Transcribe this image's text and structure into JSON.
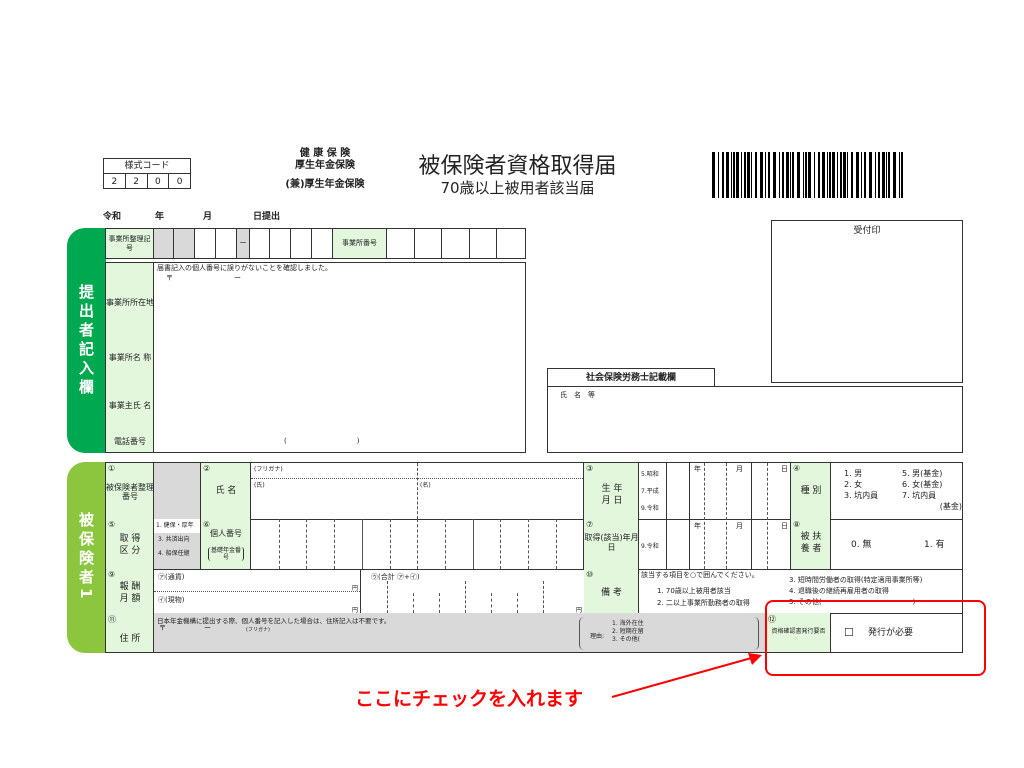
{
  "header": {
    "form_code_label": "様式コード",
    "form_code_digits": [
      "2",
      "2",
      "0",
      "0"
    ],
    "insurance_lines": [
      "健 康 保 険",
      "厚生年金保険",
      "(兼)厚生年金保険"
    ],
    "title": "被保険者資格取得届",
    "subtitle": "70歳以上被用者該当届",
    "date_line": {
      "era": "令和",
      "year": "年",
      "month": "月",
      "day": "日提出"
    }
  },
  "submitter": {
    "tab_label": "提出者記入欄",
    "office_code_label": "事業所整理記号",
    "office_number_label": "事業所番号",
    "confirm_note": "届書記入の個人番号に誤りがないことを確認しました。",
    "postal_mark": "〒",
    "dash": "ー",
    "labels": [
      "事業所所在地",
      "事業所名 称",
      "事業主氏 名",
      "電話番号"
    ],
    "phone_parens": "(　　　　　　　　　　)",
    "receipt_stamp": "受付印",
    "sharoushi_header": "社会保険労務士記載欄",
    "sharoushi_name": "氏　名　等"
  },
  "insured": {
    "tab_label": "被保険者1",
    "r1": {
      "n1": "①",
      "insured_number": "被保険者整理番号",
      "n2": "②",
      "name_label": "氏 名",
      "furigana": "(フリガナ)",
      "sei": "(氏)",
      "mei": "(名)",
      "n3": "③",
      "birth_label": "生 年 月 日",
      "eras": [
        "5.昭和",
        "7.平成",
        "9.令和"
      ],
      "y": "年",
      "m": "月",
      "d": "日",
      "n4": "④",
      "kind_label": "種 別",
      "kinds": [
        "1. 男",
        "5. 男(基金)",
        "2. 女",
        "6. 女(基金)",
        "3. 坑内員",
        "7. 坑内員",
        "",
        "(基金)"
      ]
    },
    "r2": {
      "n5": "⑤",
      "acq_label": "取 得 区 分",
      "acq_options": [
        "1. 健保・厚年",
        "3. 共済出向",
        "4. 船保任継"
      ],
      "n6": "⑥",
      "mynumber_label": "個人番号",
      "basic_pension_label": "基礎年金番号",
      "n7": "⑦",
      "acq_date_label": "取得(該当)年月日",
      "era": "9.令和",
      "y": "年",
      "m": "月",
      "d": "日",
      "n8": "⑧",
      "dependent_label": "被 扶 養 者",
      "dep_options": [
        "0. 無",
        "1. 有"
      ]
    },
    "r3": {
      "n9": "⑨",
      "pay_label": "報 酬 月 額",
      "currency": "㋐(通貨)",
      "in_kind": "㋑(現物)",
      "total": "㋒(合計 ㋐+㋑)",
      "yen": "円",
      "n10": "⑩",
      "remarks_label": "備 考",
      "remarks_note": "該当する項目を○で囲んでください。",
      "remarks": [
        "1. 70歳以上被用者該当",
        "2. 二以上事業所勤務者の取得",
        "3. 短時間労働者の取得(特定適用事業所等)",
        "4. 退職後の継続再雇用者の取得",
        "5. その他(　　　　　　　　　　　　　)"
      ]
    },
    "r4": {
      "n11": "⑪",
      "address_label": "住 所",
      "address_note": "日本年金機構に提出する際、個人番号を記入した場合は、住所記入は不要です。",
      "postal": "〒",
      "dash": "ー",
      "furigana": "(フリガナ)",
      "reason_label": "理由:",
      "reasons": [
        "1. 海外在住",
        "2. 短期在留",
        "3. その他("
      ],
      "n12": "⑫",
      "cert_label": "資格確認書発行要否",
      "checkbox": "☐",
      "cert_option": "発行が必要"
    }
  },
  "annotation": {
    "text": "ここにチェックを入れます",
    "color": "#ff0000"
  },
  "colors": {
    "submitter_tab": "#00a84f",
    "insured_tab": "#8cc63f",
    "label_bg": "#e2f7dc"
  }
}
